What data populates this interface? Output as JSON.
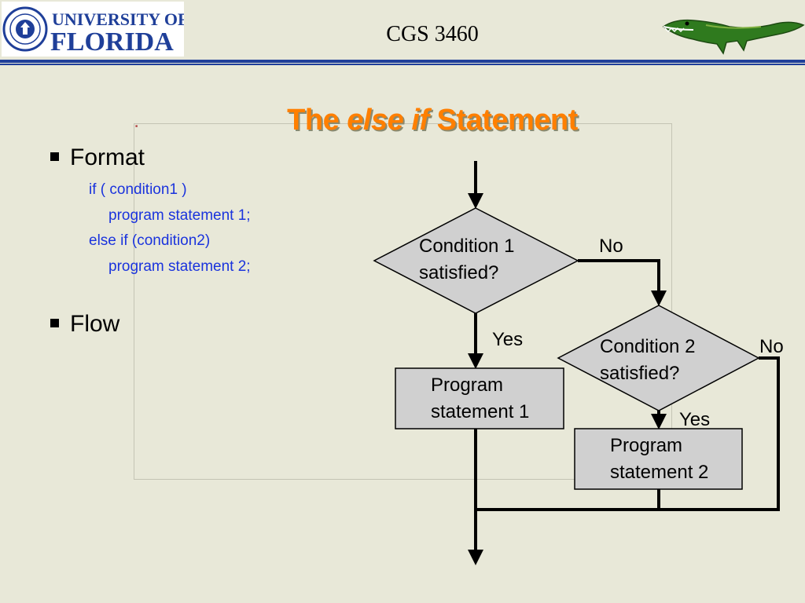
{
  "header": {
    "logo": {
      "line1": "UNIVERSITY OF",
      "line2": "FLORIDA"
    },
    "course": "CGS 3460"
  },
  "slide": {
    "title_prefix": "The ",
    "title_italic": "else if",
    "title_suffix": " Statement"
  },
  "bullets": [
    {
      "label": "Format"
    },
    {
      "label": "Flow"
    }
  ],
  "code_lines": [
    "if ( condition1 )",
    "program statement 1;",
    "else if (condition2)",
    "program statement 2;"
  ],
  "flowchart": {
    "decision1": {
      "line1": "Condition 1",
      "line2": "satisfied?"
    },
    "decision2": {
      "line1": "Condition 2",
      "line2": "satisfied?"
    },
    "process1": {
      "line1": "Program",
      "line2": "statement 1"
    },
    "process2": {
      "line1": "Program",
      "line2": "statement 2"
    },
    "no1": "No",
    "no2": "No",
    "yes1": "Yes",
    "yes2": "Yes"
  },
  "colors": {
    "background": "#e8e8d8",
    "title": "#ff7f00",
    "code": "#1a33dd",
    "uf_blue": "#1f3f99",
    "shape_fill": "#d0d0d0"
  }
}
